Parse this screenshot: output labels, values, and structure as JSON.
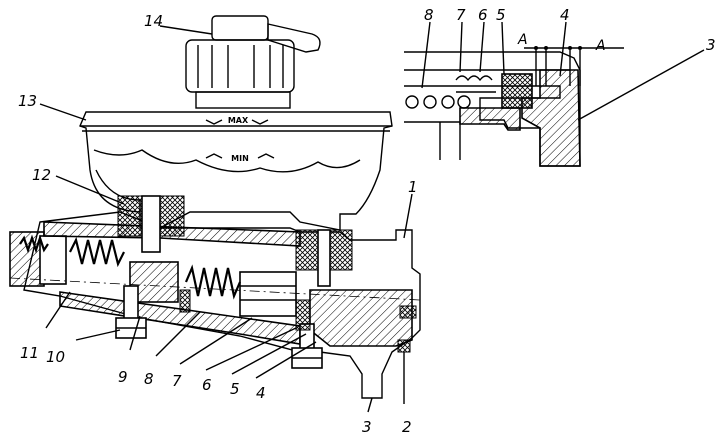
{
  "callouts": {
    "c1": "1",
    "c2": "2",
    "c3": "3",
    "c4": "4",
    "c5": "5",
    "c6": "6",
    "c7": "7",
    "c8": "8",
    "c9": "9",
    "c10": "10",
    "c11": "11",
    "c12": "12",
    "c13": "13",
    "c14": "14"
  },
  "detail": {
    "c8": "8",
    "c7": "7",
    "c6": "6",
    "c5": "5",
    "c4": "4",
    "c3": "3",
    "section_a_left": "A",
    "section_a_right": "A"
  },
  "reservoir": {
    "max_mark": "MAX",
    "min_mark": "MIN"
  }
}
